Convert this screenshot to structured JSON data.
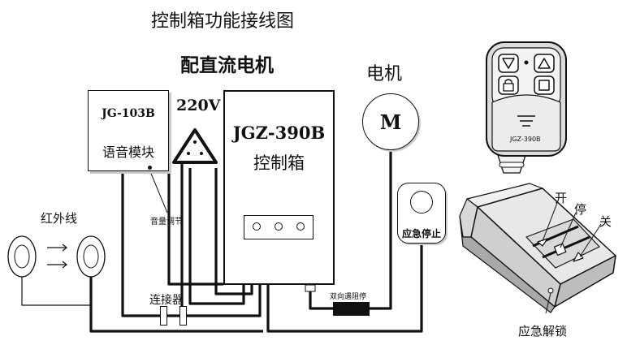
{
  "title": "控制箱功能接线图",
  "subtitle": "配直流电机",
  "voltage_label": "220V",
  "motor_title": "电机",
  "motor_symbol": "M",
  "voice_module": {
    "model": "JG-103B",
    "name": "语音模块"
  },
  "volume_label": "音量调节",
  "control_box": {
    "model": "JGZ-390B",
    "name": "控制箱"
  },
  "infrared_label": "红外线",
  "connector_label": "连接器",
  "bidirectional_label": "双向遇阻停",
  "emergency_stop_label": "应急停止",
  "remote": {
    "model": "JGZ-390B",
    "icons": [
      "down-arrow-icon",
      "up-arrow-icon",
      "lock-icon",
      "stop-square-icon"
    ]
  },
  "key_fob": {
    "open_label": "开",
    "stop_label": "停",
    "close_label": "关",
    "emergency_unlock_label": "应急解锁"
  }
}
